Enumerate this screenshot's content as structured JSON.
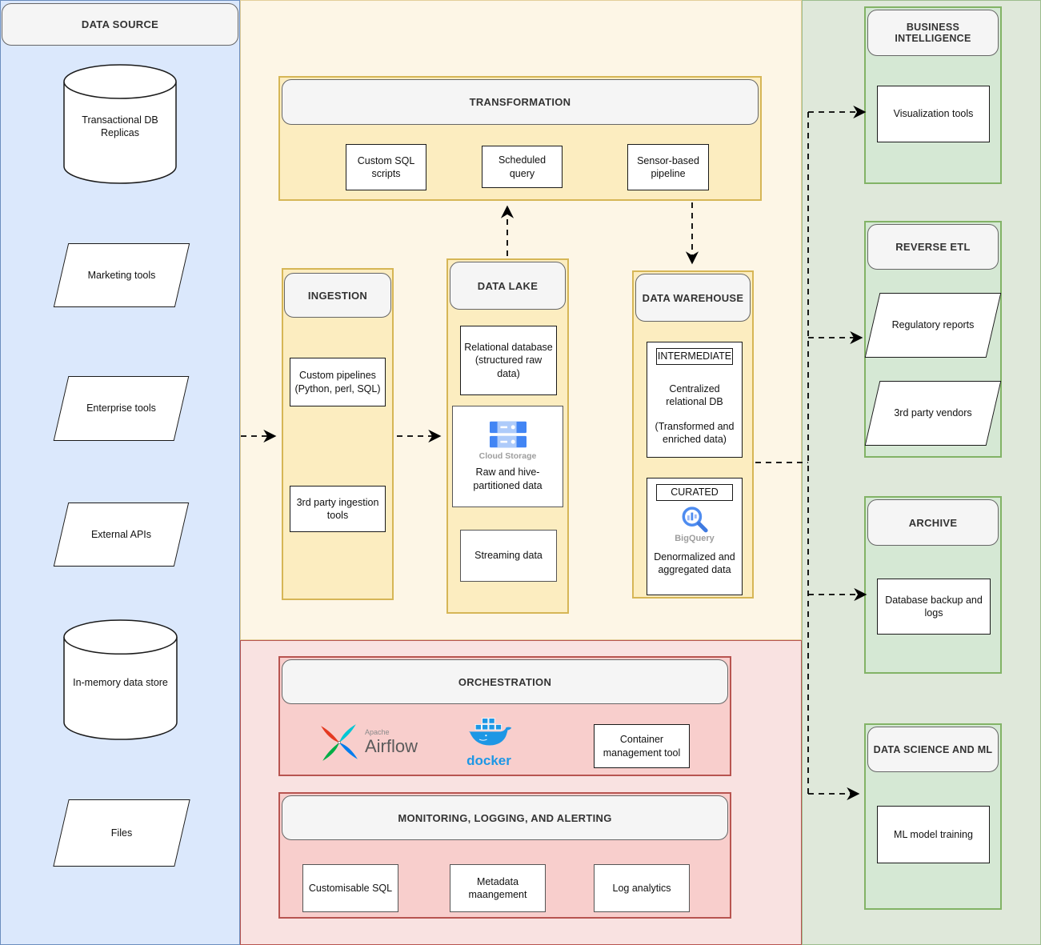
{
  "colors": {
    "data_source_bg": "#dbe8fc",
    "data_source_border": "#6c8ebf",
    "pipeline_bg": "#fdf6e6",
    "pipeline_container_bg": "#fcedc0",
    "pipeline_border": "#d6b656",
    "ops_bg": "#f9e2e1",
    "ops_container_bg": "#f8cecc",
    "ops_border": "#b85450",
    "output_bg": "#dfe8da",
    "output_container_bg": "#d5e8d4",
    "output_border": "#82b366",
    "header_bg": "#f5f5f5",
    "header_border": "#666666",
    "node_bg": "#ffffff",
    "node_border": "#000000",
    "arrow": "#000000",
    "gcp_blue": "#4285f4",
    "gcp_blue_light": "#aecbfa",
    "docker_blue": "#1d97e5",
    "caption_grey": "#9e9e9e",
    "airflow_red": "#e43921",
    "airflow_teal": "#00c7d4",
    "airflow_blue": "#017cee",
    "airflow_green": "#00ad46"
  },
  "icons": {
    "cloud_storage": "cloud-storage-icon",
    "bigquery": "bigquery-icon",
    "airflow": "airflow-pinwheel-icon",
    "docker": "docker-whale-icon"
  },
  "data_source": {
    "title": "DATA SOURCE",
    "items": [
      {
        "label": "Transactional DB Replicas",
        "shape": "cylinder"
      },
      {
        "label": "Marketing tools",
        "shape": "parallelogram"
      },
      {
        "label": "Enterprise tools",
        "shape": "parallelogram"
      },
      {
        "label": "External APIs",
        "shape": "parallelogram"
      },
      {
        "label": "In-memory data store",
        "shape": "cylinder"
      },
      {
        "label": "Files",
        "shape": "parallelogram"
      }
    ]
  },
  "transformation": {
    "title": "TRANSFORMATION",
    "items": [
      "Custom SQL scripts",
      "Scheduled query",
      "Sensor-based pipeline"
    ]
  },
  "ingestion": {
    "title": "INGESTION",
    "items": [
      "Custom pipelines (Python, perl, SQL)",
      "3rd party ingestion tools"
    ]
  },
  "data_lake": {
    "title": "DATA LAKE",
    "relational": "Relational database (structured raw data)",
    "cloud_storage_caption": "Cloud Storage",
    "raw": "Raw and hive-partitioned data",
    "streaming": "Streaming data"
  },
  "data_warehouse": {
    "title": "DATA WAREHOUSE",
    "intermediate": {
      "tag": "INTERMEDIATE",
      "line1": "Centralized relational DB",
      "line2": "(Transformed and enriched data)"
    },
    "curated": {
      "tag": "CURATED",
      "caption": "BigQuery",
      "line1": "Denormalized and aggregated data"
    }
  },
  "orchestration": {
    "title": "ORCHESTRATION",
    "airflow_small": "Apache",
    "airflow_name": "Airflow",
    "docker_name": "docker",
    "box": "Container management tool"
  },
  "monitoring": {
    "title": "MONITORING, LOGGING, AND ALERTING",
    "items": [
      "Customisable SQL",
      "Metadata maangement",
      "Log analytics"
    ]
  },
  "business_intelligence": {
    "title": "BUSINESS INTELLIGENCE",
    "items": [
      "Visualization tools"
    ]
  },
  "reverse_etl": {
    "title": "REVERSE ETL",
    "items": [
      "Regulatory reports",
      "3rd party vendors"
    ]
  },
  "archive": {
    "title": "ARCHIVE",
    "items": [
      "Database backup and logs"
    ]
  },
  "data_science": {
    "title": "DATA SCIENCE AND ML",
    "items": [
      "ML model training"
    ]
  }
}
